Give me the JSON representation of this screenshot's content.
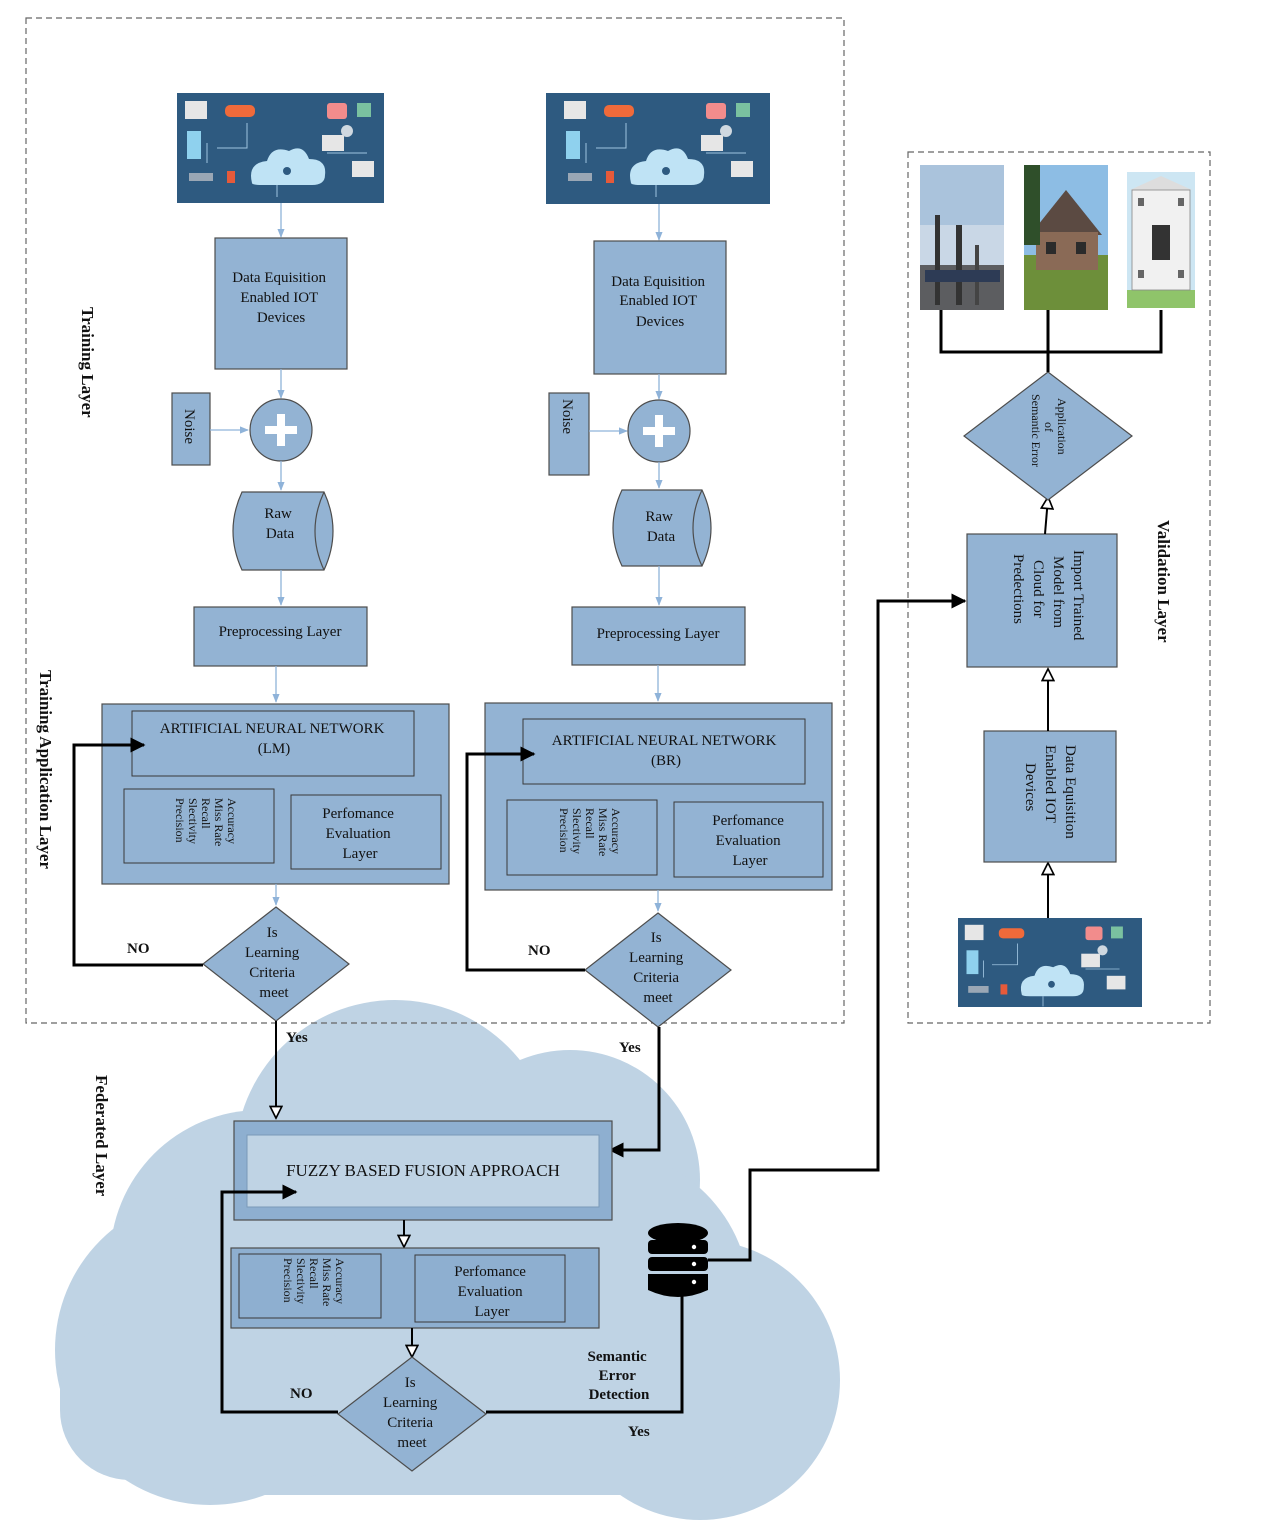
{
  "labels": {
    "training_layer": "Training Layer",
    "training_app_layer": "Training Application Layer",
    "federated_layer": "Federated Layer",
    "validation_layer": "Validation Layer"
  },
  "left": {
    "acq": [
      "Data Equisition",
      "Enabled IOT",
      "Devices"
    ],
    "noise": "Noise",
    "raw": [
      "Raw",
      "Data"
    ],
    "prep": "Preprocessing Layer",
    "ann": [
      "ARTIFICIAL NEURAL NETWORK",
      "(LM)"
    ],
    "metrics": [
      "Accuracy",
      "Miss Rate",
      "Recall",
      "Slectivity",
      "Precision"
    ],
    "perf": [
      "Perfomance",
      "Evaluation",
      "Layer"
    ],
    "decision": [
      "Is",
      "Learning",
      "Criteria",
      "meet"
    ],
    "no": "NO",
    "yes": "Yes"
  },
  "right": {
    "acq": [
      "Data Equisition",
      "Enabled IOT",
      "Devices"
    ],
    "noise": "Noise",
    "raw": [
      "Raw",
      "Data"
    ],
    "prep": "Preprocessing Layer",
    "ann": [
      "ARTIFICIAL NEURAL NETWORK",
      "(BR)"
    ],
    "metrics": [
      "Accuracy",
      "Miss Rate",
      "Recall",
      "Slectivity",
      "Precision"
    ],
    "perf": [
      "Perfomance",
      "Evaluation",
      "Layer"
    ],
    "decision": [
      "Is",
      "Learning",
      "Criteria",
      "meet"
    ],
    "no": "NO",
    "yes": "Yes"
  },
  "federated": {
    "fusion": "FUZZY BASED FUSION APPROACH",
    "metrics": [
      "Accuracy",
      "Miss Rate",
      "Recall",
      "Slectivity",
      "Precision"
    ],
    "perf": [
      "Perfomance",
      "Evaluation",
      "Layer"
    ],
    "decision": [
      "Is",
      "Learning",
      "Criteria",
      "meet"
    ],
    "no": "NO",
    "yes": "Yes",
    "semantic": [
      "Semantic",
      "Error",
      "Detection"
    ]
  },
  "validation": {
    "acq": [
      "Data Equisition",
      "Enabled IOT",
      "Devices"
    ],
    "import": [
      "Import Trained",
      "Model from",
      "Cloud for",
      "Predections"
    ],
    "application": [
      "Application",
      "of",
      "Semantic Error"
    ]
  },
  "colors": {
    "box_fill": "#93b3d3",
    "cloud_fill": "#bfd3e4",
    "iot_bg": "#2e5a80",
    "thin_arrow": "#8fb3d9"
  }
}
